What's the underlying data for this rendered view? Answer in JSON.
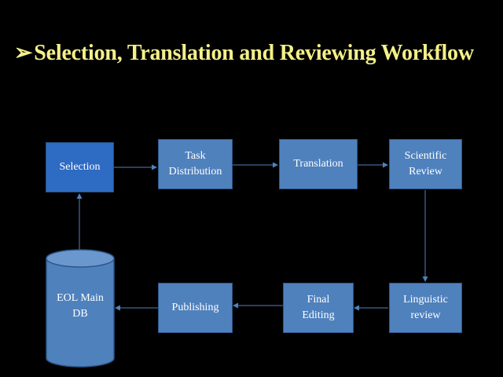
{
  "title": {
    "bullet": "➢",
    "text": "Selection, Translation and Reviewing Workflow"
  },
  "nodes": {
    "selection": "Selection",
    "task_distribution": "Task\nDistribution",
    "translation": "Translation",
    "scientific_review": "Scientific\nReview",
    "linguistic_review": "Linguistic\nreview",
    "final_editing": "Final\nEditing",
    "publishing": "Publishing",
    "eol_main_db": "EOL Main\nDB"
  },
  "colors": {
    "background": "#000000",
    "title": "#f4f088",
    "node_fill": "#4f81bd",
    "node_border": "#2e5689",
    "selection_fill": "#2e6bc2",
    "arrow": "#4f81bd"
  }
}
